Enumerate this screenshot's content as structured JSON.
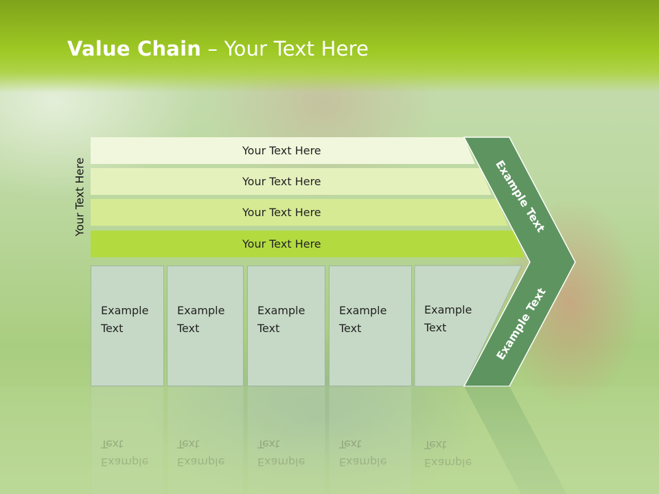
{
  "slide": {
    "title_bold": "Value Chain",
    "title_rest": " – Your Text Here",
    "vertical_label": "Your Text Here"
  },
  "bars": [
    {
      "label": "Your Text Here"
    },
    {
      "label": "Your Text Here"
    },
    {
      "label": "Your Text Here"
    },
    {
      "label": "Your Text Here"
    }
  ],
  "boxes": [
    {
      "line1": "Example",
      "line2": "Text"
    },
    {
      "line1": "Example",
      "line2": "Text"
    },
    {
      "line1": "Example",
      "line2": "Text"
    },
    {
      "line1": "Example",
      "line2": "Text"
    },
    {
      "line1": "Example",
      "line2": "Text"
    }
  ],
  "chevron": {
    "upper_label": "Example Text",
    "lower_label": "Example Text",
    "color": "#5e9460"
  },
  "colors": {
    "title_bar": "#9ec924",
    "bar_light": "#f1f7dc",
    "bar_dark": "#b3db40",
    "box_fill": "#c6d9c6"
  }
}
